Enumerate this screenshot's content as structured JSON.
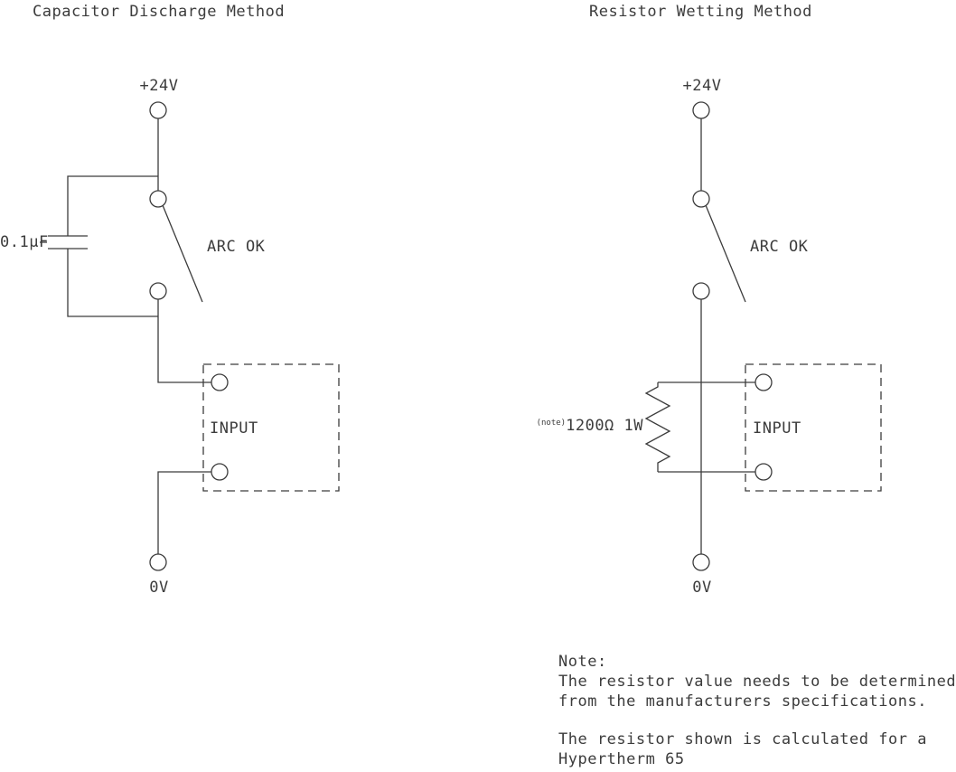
{
  "diagram": {
    "left": {
      "title": "Capacitor Discharge Method",
      "supply_label": "+24V",
      "switch_label": "ARC OK",
      "capacitor_label": "0.1µF",
      "input_label": "INPUT",
      "ground_label": "0V"
    },
    "right": {
      "title": "Resistor Wetting Method",
      "supply_label": "+24V",
      "switch_label": "ARC OK",
      "resistor_note_ref": "(note)",
      "resistor_label": "1200Ω 1W",
      "input_label": "INPUT",
      "ground_label": "0V"
    },
    "note": {
      "heading": "Note:",
      "line1": "The resistor value needs to be determined",
      "line2": "from the manufacturers specifications.",
      "line3": "The resistor shown is calculated for a",
      "line4": "Hypertherm 65"
    }
  }
}
